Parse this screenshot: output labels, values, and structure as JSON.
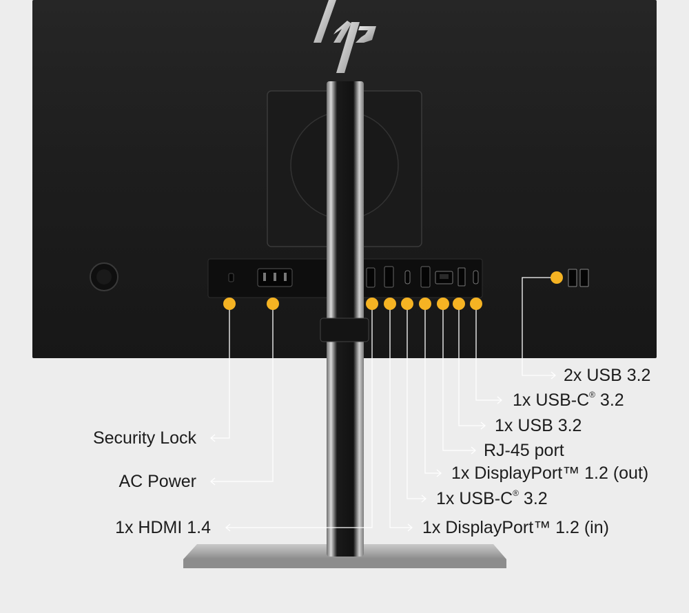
{
  "brand": "hp",
  "accent_color": "#f5b323",
  "callouts_left": [
    {
      "id": "security-lock",
      "label": "Security Lock"
    },
    {
      "id": "ac-power",
      "label": "AC Power"
    },
    {
      "id": "hdmi",
      "label": "1x HDMI 1.4"
    }
  ],
  "callouts_right": [
    {
      "id": "usb-32-side",
      "label": "2x USB 3.2"
    },
    {
      "id": "usb-c-upper",
      "label": "1x USB-C",
      "suffix": " 3.2"
    },
    {
      "id": "usb-32",
      "label": "1x USB 3.2"
    },
    {
      "id": "rj45",
      "label": "RJ-45 port"
    },
    {
      "id": "dp-out",
      "label": "1x DisplayPort™ 1.2 (out)"
    },
    {
      "id": "usb-c-lower",
      "label": "1x USB-C",
      "suffix": " 3.2"
    },
    {
      "id": "dp-in",
      "label": "1x DisplayPort™ 1.2 (in)"
    }
  ]
}
